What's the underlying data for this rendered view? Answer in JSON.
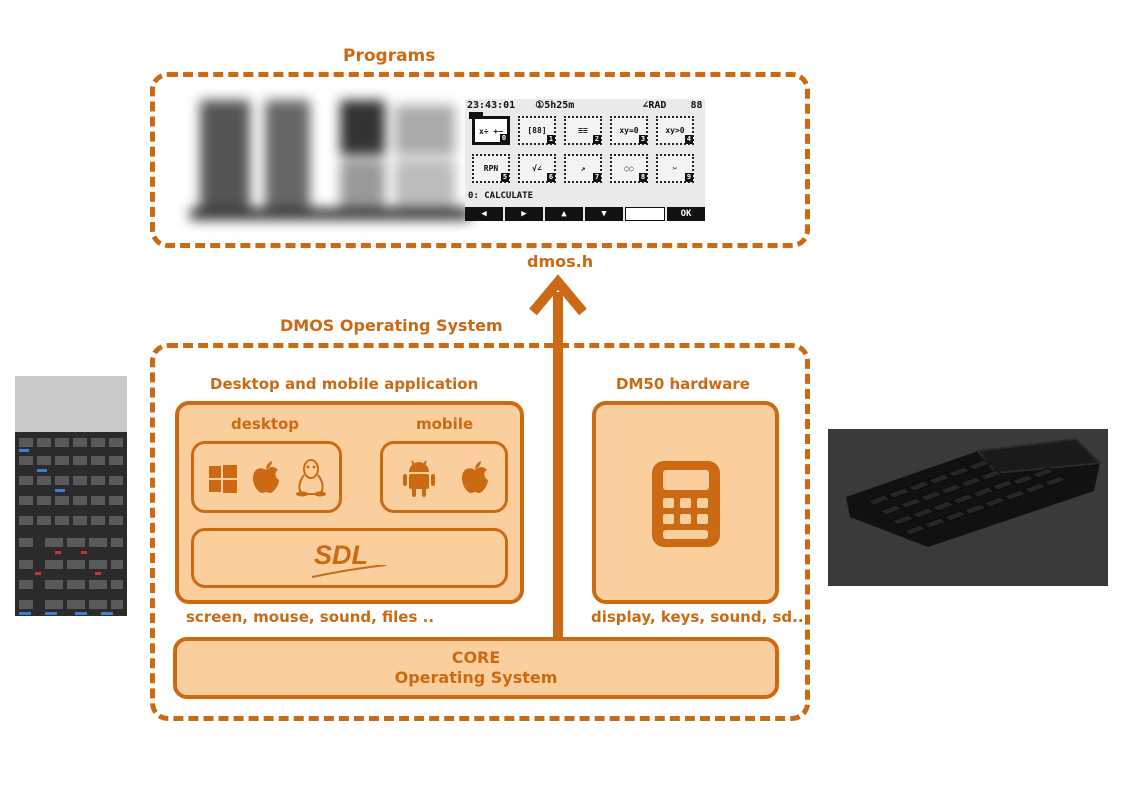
{
  "programs": {
    "label": "Programs"
  },
  "api": {
    "label": "dmos.h"
  },
  "dmos": {
    "label": "DMOS Operating System"
  },
  "desktop_mobile": {
    "label": "Desktop and mobile application",
    "desktop_label": "desktop",
    "mobile_label": "mobile",
    "sdl_label": "SDL",
    "caption": "screen, mouse, sound, files .."
  },
  "hardware": {
    "label": "DM50 hardware",
    "caption": "display, keys, sound, sd.."
  },
  "core": {
    "line1": "CORE",
    "line2": "Operating System"
  },
  "screen": {
    "time": "23:43:01",
    "uptime": "①5h25m",
    "angle": "∠RAD",
    "battery": "88",
    "menu_line": "0: CALCULATE",
    "ok": "OK",
    "tiles": [
      {
        "text": "x÷ +−",
        "num": "0"
      },
      {
        "text": "[88]",
        "num": "1"
      },
      {
        "text": "≡≡",
        "num": "2"
      },
      {
        "text": "xy=0",
        "num": "3"
      },
      {
        "text": "xy>0",
        "num": "4"
      },
      {
        "text": "RPN",
        "num": "5"
      },
      {
        "text": "√∠",
        "num": "6"
      },
      {
        "text": "↗",
        "num": "7"
      },
      {
        "text": "◌◌",
        "num": "8"
      },
      {
        "text": "✂",
        "num": "9"
      }
    ]
  },
  "colors": {
    "accent": "#cc6a14",
    "fill": "#fbcf9d"
  }
}
